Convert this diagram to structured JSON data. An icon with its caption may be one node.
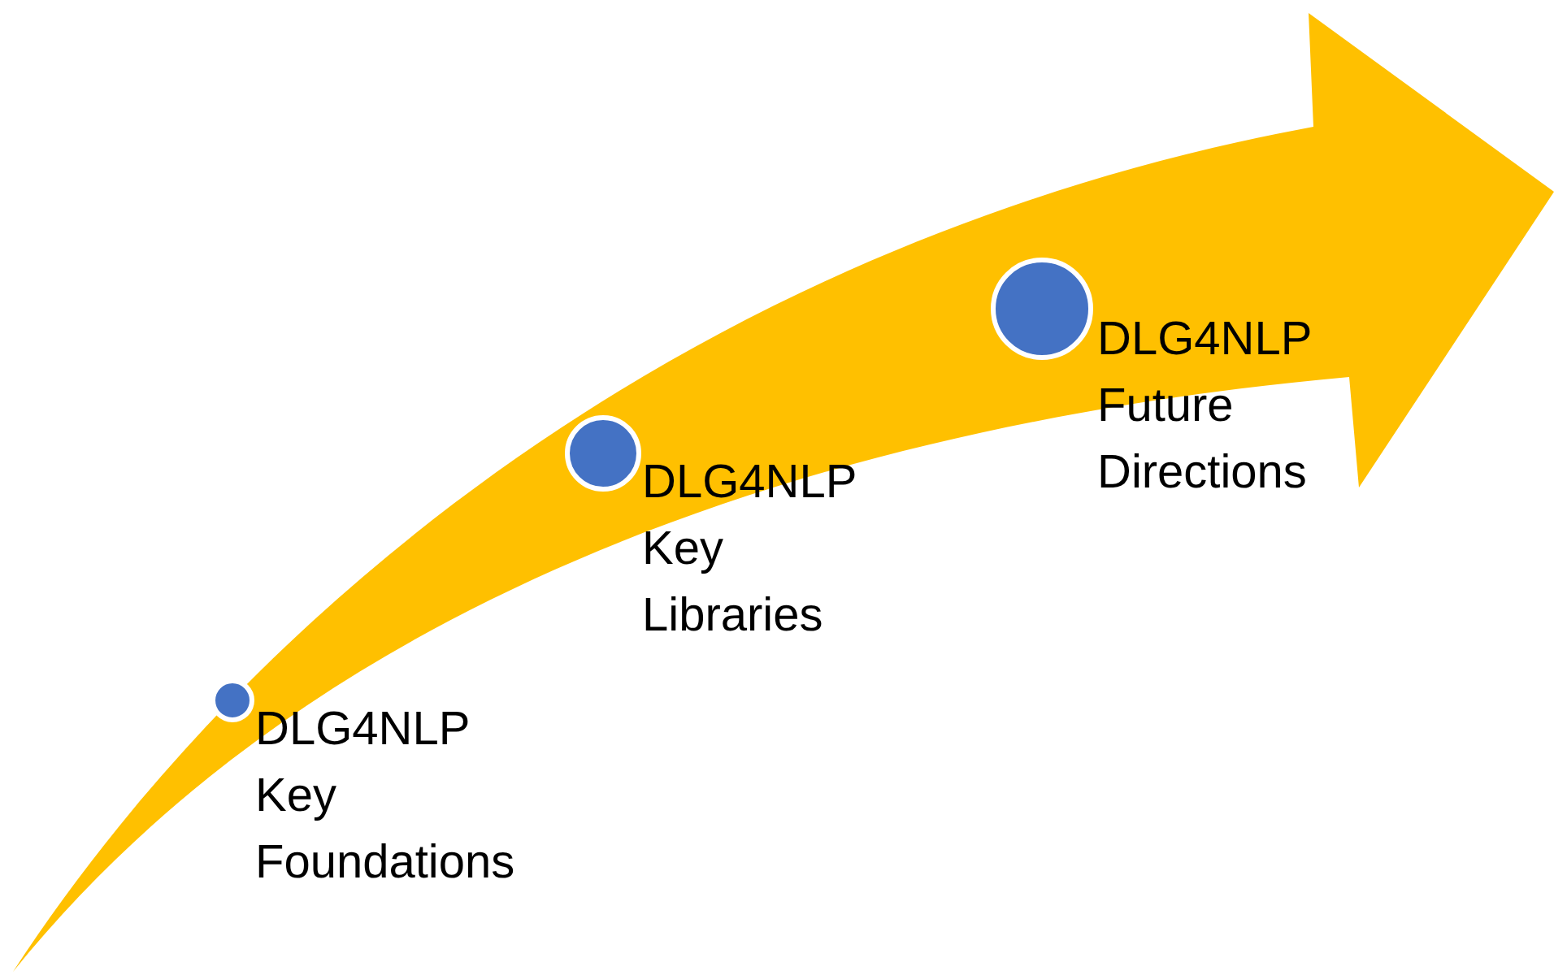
{
  "diagram": {
    "nodes": [
      {
        "text": [],
        "shape": "circle",
        "beside": [
          "DLG4NLP Key Foundations"
        ]
      },
      {
        "text": [],
        "shape": "circle",
        "beside": [
          "DLG4NLP Key Libraries"
        ]
      },
      {
        "text": [],
        "shape": "circle",
        "beside": [
          "DLG4NLP Future Directions"
        ]
      }
    ]
  }
}
